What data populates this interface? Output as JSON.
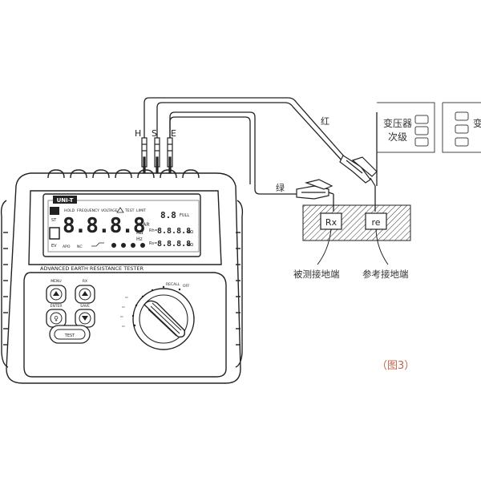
{
  "terminals": {
    "h": "H",
    "s": "S",
    "e": "E"
  },
  "wires": {
    "red": "红",
    "green": "绿"
  },
  "transformer": {
    "label_line1": "变压器",
    "label_line2": "次级",
    "cut_label": "变"
  },
  "ground": {
    "rx_box": "Rx",
    "re_box": "re",
    "rx_caption": "被测接地端",
    "re_caption": "参考接地端"
  },
  "device": {
    "brand": "UNI-T",
    "model_text": "ADVANCED EARTH RESISTANCE TESTER",
    "lcd": {
      "main_digits": "8.8.8.8",
      "small_digits_1": "8.8.8.8",
      "small_digits_2": "8.8.8.8",
      "unit_kohm": "KΩ",
      "hz": "Hz",
      "full": "FULL",
      "hold": "HOLD",
      "ohm": "KΩ",
      "frequency": "FREQUENCY",
      "voltage": "VOLTAGE",
      "test": "TEST",
      "limit": "LIMIT",
      "st": "ST",
      "ev": "EV",
      "apo": "APO",
      "nc": "NC",
      "vbar": "VBAR",
      "rh": "Rh=",
      "rs": "Rs="
    },
    "buttons": {
      "menu": "MENU",
      "rx": "RX",
      "enter": "ENTER",
      "save": "SAVE",
      "test": "TEST"
    },
    "dial": {
      "off": "OFF",
      "recall": "RECALL"
    }
  },
  "figure_caption": "（图3）"
}
